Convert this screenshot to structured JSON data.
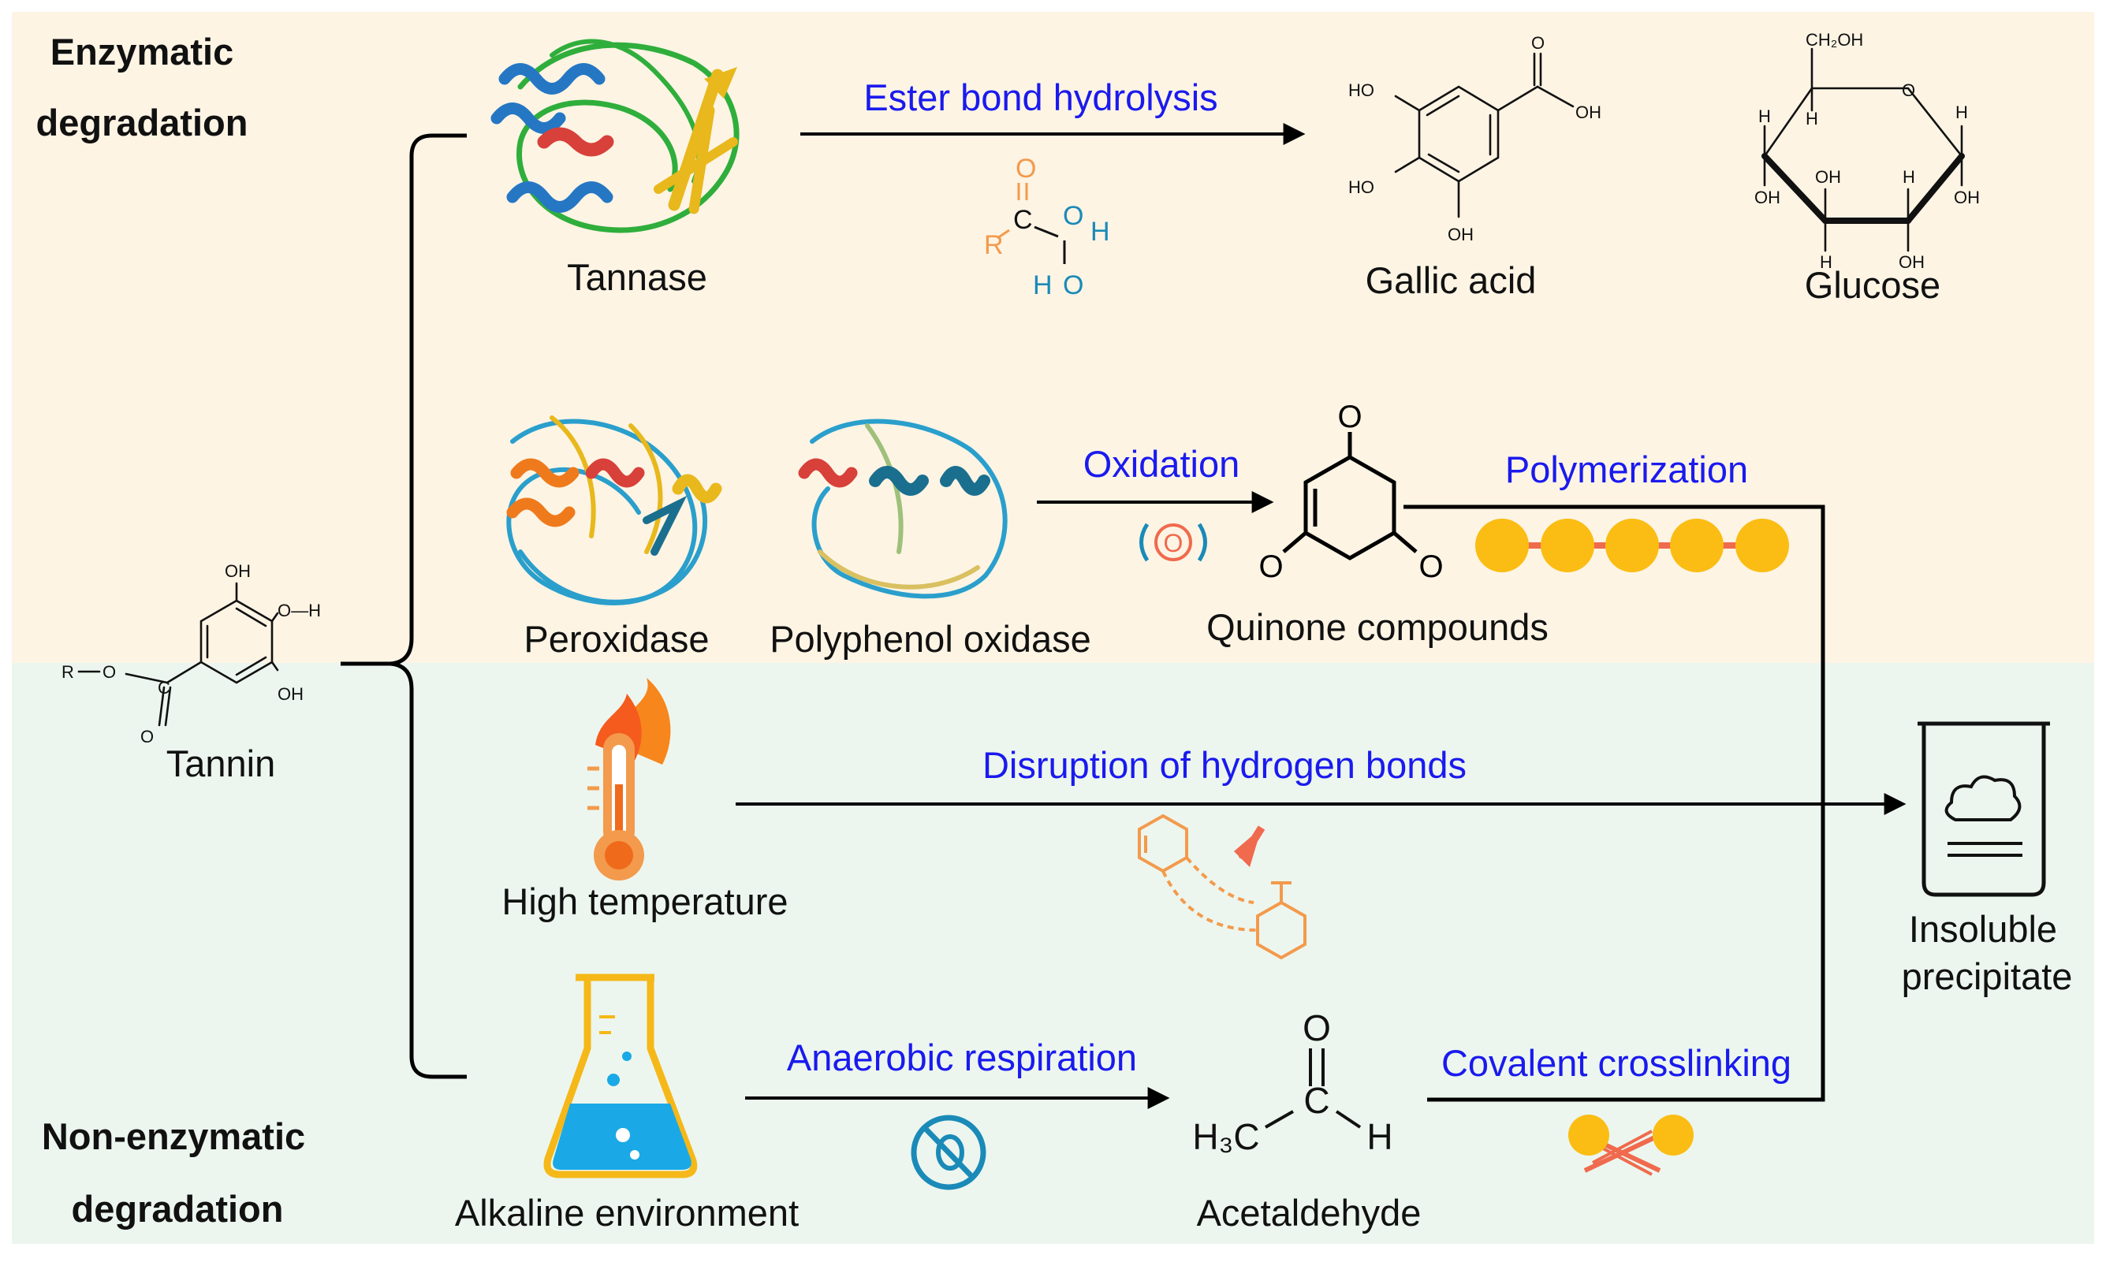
{
  "sections": {
    "enzymatic_line1": "Enzymatic",
    "enzymatic_line2": "degradation",
    "nonenzymatic_line1": "Non-enzymatic",
    "nonenzymatic_line2": "degradation"
  },
  "colors": {
    "enzymatic_bg": "#fdf4e4",
    "nonenzymatic_bg": "#ecf6ee",
    "process_text": "#1a1aee",
    "helix_blue": "#2577c4",
    "helix_red": "#d8403a",
    "helix_yellow": "#e8b81c",
    "coil_green": "#2fae3c",
    "helix_orange": "#ef7a1c",
    "helix_teal": "#1a6f8f",
    "beaker_yellow": "#f5b818",
    "liquid_blue": "#1aa9e6",
    "polymer_yellow": "#fbbd14",
    "polymer_link": "#f06a4d",
    "flame_orange": "#f7861c",
    "reaction_orange": "#f39a4c",
    "icon_teal": "#1a8ab8"
  },
  "substrate": {
    "label": "Tannin",
    "atoms": {
      "oh_top": "OH",
      "oh_h": "O—H",
      "oh_bottom": "OH",
      "r": "R",
      "o_ester": "O",
      "c": "C",
      "o_carbonyl": "O"
    }
  },
  "nodes": {
    "tannase": "Tannase",
    "peroxidase": "Peroxidase",
    "ppo": "Polyphenol oxidase",
    "high_temp": "High temperature",
    "alkaline": "Alkaline environment",
    "gallic_acid": "Gallic acid",
    "glucose": "Glucose",
    "quinone": "Quinone compounds",
    "acetaldehyde": "Acetaldehyde",
    "precipitate_line1": "Insoluble",
    "precipitate_line2": "precipitate"
  },
  "processes": {
    "ester": "Ester bond hydrolysis",
    "oxidation": "Oxidation",
    "polymerization": "Polymerization",
    "hbond": "Disruption of hydrogen bonds",
    "anaerobic": "Anaerobic respiration",
    "crosslink": "Covalent crosslinking"
  },
  "ester_fragment": {
    "o": "O",
    "c": "C",
    "r": "R",
    "o2": "O",
    "h": "H",
    "h2": "H",
    "o3": "O"
  },
  "gallic_atoms": {
    "ho1": "HO",
    "ho2": "HO",
    "oh1": "OH",
    "oh2": "OH",
    "o": "O"
  },
  "glucose_atoms": {
    "ch2oh": "CH₂OH",
    "o": "O",
    "h1": "H",
    "h2": "H",
    "h3": "H",
    "h4": "H",
    "h5": "H",
    "oh1": "OH",
    "oh2": "OH",
    "oh3": "OH",
    "oh4": "OH"
  },
  "quinone_atoms": {
    "o1": "O",
    "o2": "O",
    "o3": "O"
  },
  "acetaldehyde_atoms": {
    "h3c": "H₃C",
    "c": "C",
    "h": "H",
    "o": "O"
  },
  "oxidation_icon_letter": "O"
}
